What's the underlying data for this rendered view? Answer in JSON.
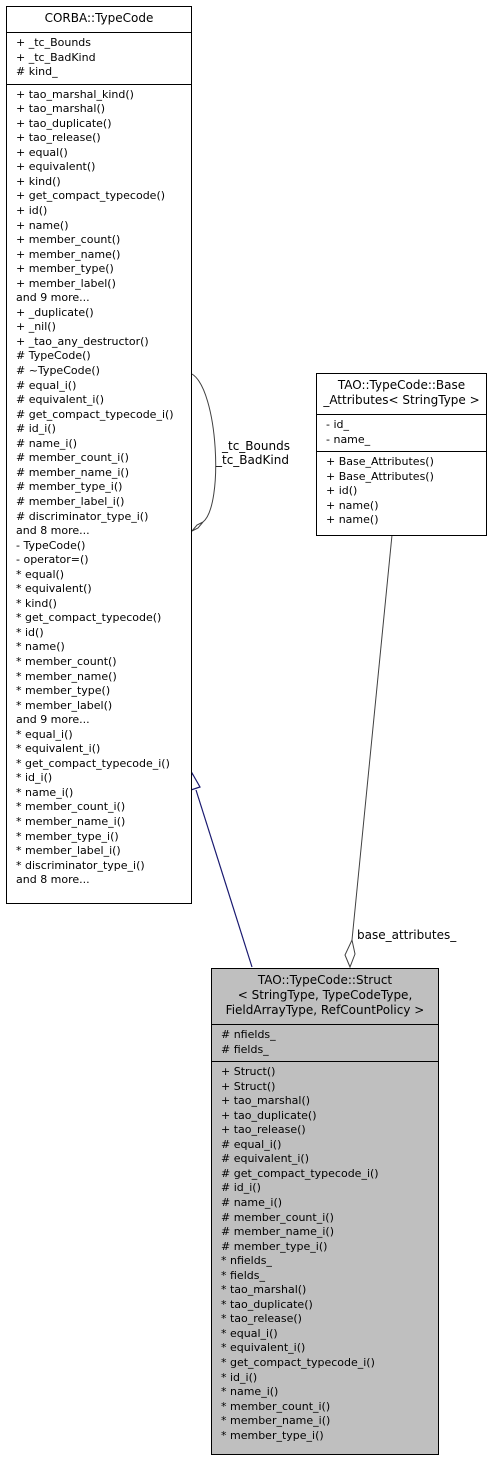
{
  "typecode": {
    "title": [
      "CORBA::TypeCode"
    ],
    "attributes": [
      "+ _tc_Bounds",
      "+ _tc_BadKind",
      "# kind_"
    ],
    "operations": [
      "+ tao_marshal_kind()",
      "+ tao_marshal()",
      "+ tao_duplicate()",
      "+ tao_release()",
      "+ equal()",
      "+ equivalent()",
      "+ kind()",
      "+ get_compact_typecode()",
      "+ id()",
      "+ name()",
      "+ member_count()",
      "+ member_name()",
      "+ member_type()",
      "+ member_label()",
      "and 9 more...",
      "+ _duplicate()",
      "+ _nil()",
      "+ _tao_any_destructor()",
      "# TypeCode()",
      "# ~TypeCode()",
      "# equal_i()",
      "# equivalent_i()",
      "# get_compact_typecode_i()",
      "# id_i()",
      "# name_i()",
      "# member_count_i()",
      "# member_name_i()",
      "# member_type_i()",
      "# member_label_i()",
      "# discriminator_type_i()",
      "and 8 more...",
      "- TypeCode()",
      "- operator=()",
      "* equal()",
      "* equivalent()",
      "* kind()",
      "* get_compact_typecode()",
      "* id()",
      "* name()",
      "* member_count()",
      "* member_name()",
      "* member_type()",
      "* member_label()",
      "and 9 more...",
      "* equal_i()",
      "* equivalent_i()",
      "* get_compact_typecode_i()",
      "* id_i()",
      "* name_i()",
      "* member_count_i()",
      "* member_name_i()",
      "* member_type_i()",
      "* member_label_i()",
      "* discriminator_type_i()",
      "and 8 more..."
    ]
  },
  "base_attributes": {
    "title": [
      "TAO::TypeCode::Base",
      "_Attributes< StringType >"
    ],
    "attributes": [
      "- id_",
      "- name_"
    ],
    "operations": [
      "+ Base_Attributes()",
      "+ Base_Attributes()",
      "+ id()",
      "+ name()",
      "+ name()"
    ]
  },
  "struct": {
    "title": [
      "TAO::TypeCode::Struct",
      "< StringType, TypeCodeType,",
      "FieldArrayType, RefCountPolicy >"
    ],
    "attributes": [
      "# nfields_",
      "# fields_"
    ],
    "operations": [
      "+ Struct()",
      "+ Struct()",
      "+ tao_marshal()",
      "+ tao_duplicate()",
      "+ tao_release()",
      "# equal_i()",
      "# equivalent_i()",
      "# get_compact_typecode_i()",
      "# id_i()",
      "# name_i()",
      "# member_count_i()",
      "# member_name_i()",
      "# member_type_i()",
      "* nfields_",
      "* fields_",
      "* tao_marshal()",
      "* tao_duplicate()",
      "* tao_release()",
      "* equal_i()",
      "* equivalent_i()",
      "* get_compact_typecode_i()",
      "* id_i()",
      "* name_i()",
      "* member_count_i()",
      "* member_name_i()",
      "* member_type_i()"
    ]
  },
  "edges": {
    "self_label_1": "_tc_Bounds",
    "self_label_2": "_tc_BadKind",
    "base_label": "base_attributes_"
  },
  "colors": {
    "inheritance": "#191970",
    "association": "#404040",
    "highlight_fill": "#bfbfbf"
  }
}
